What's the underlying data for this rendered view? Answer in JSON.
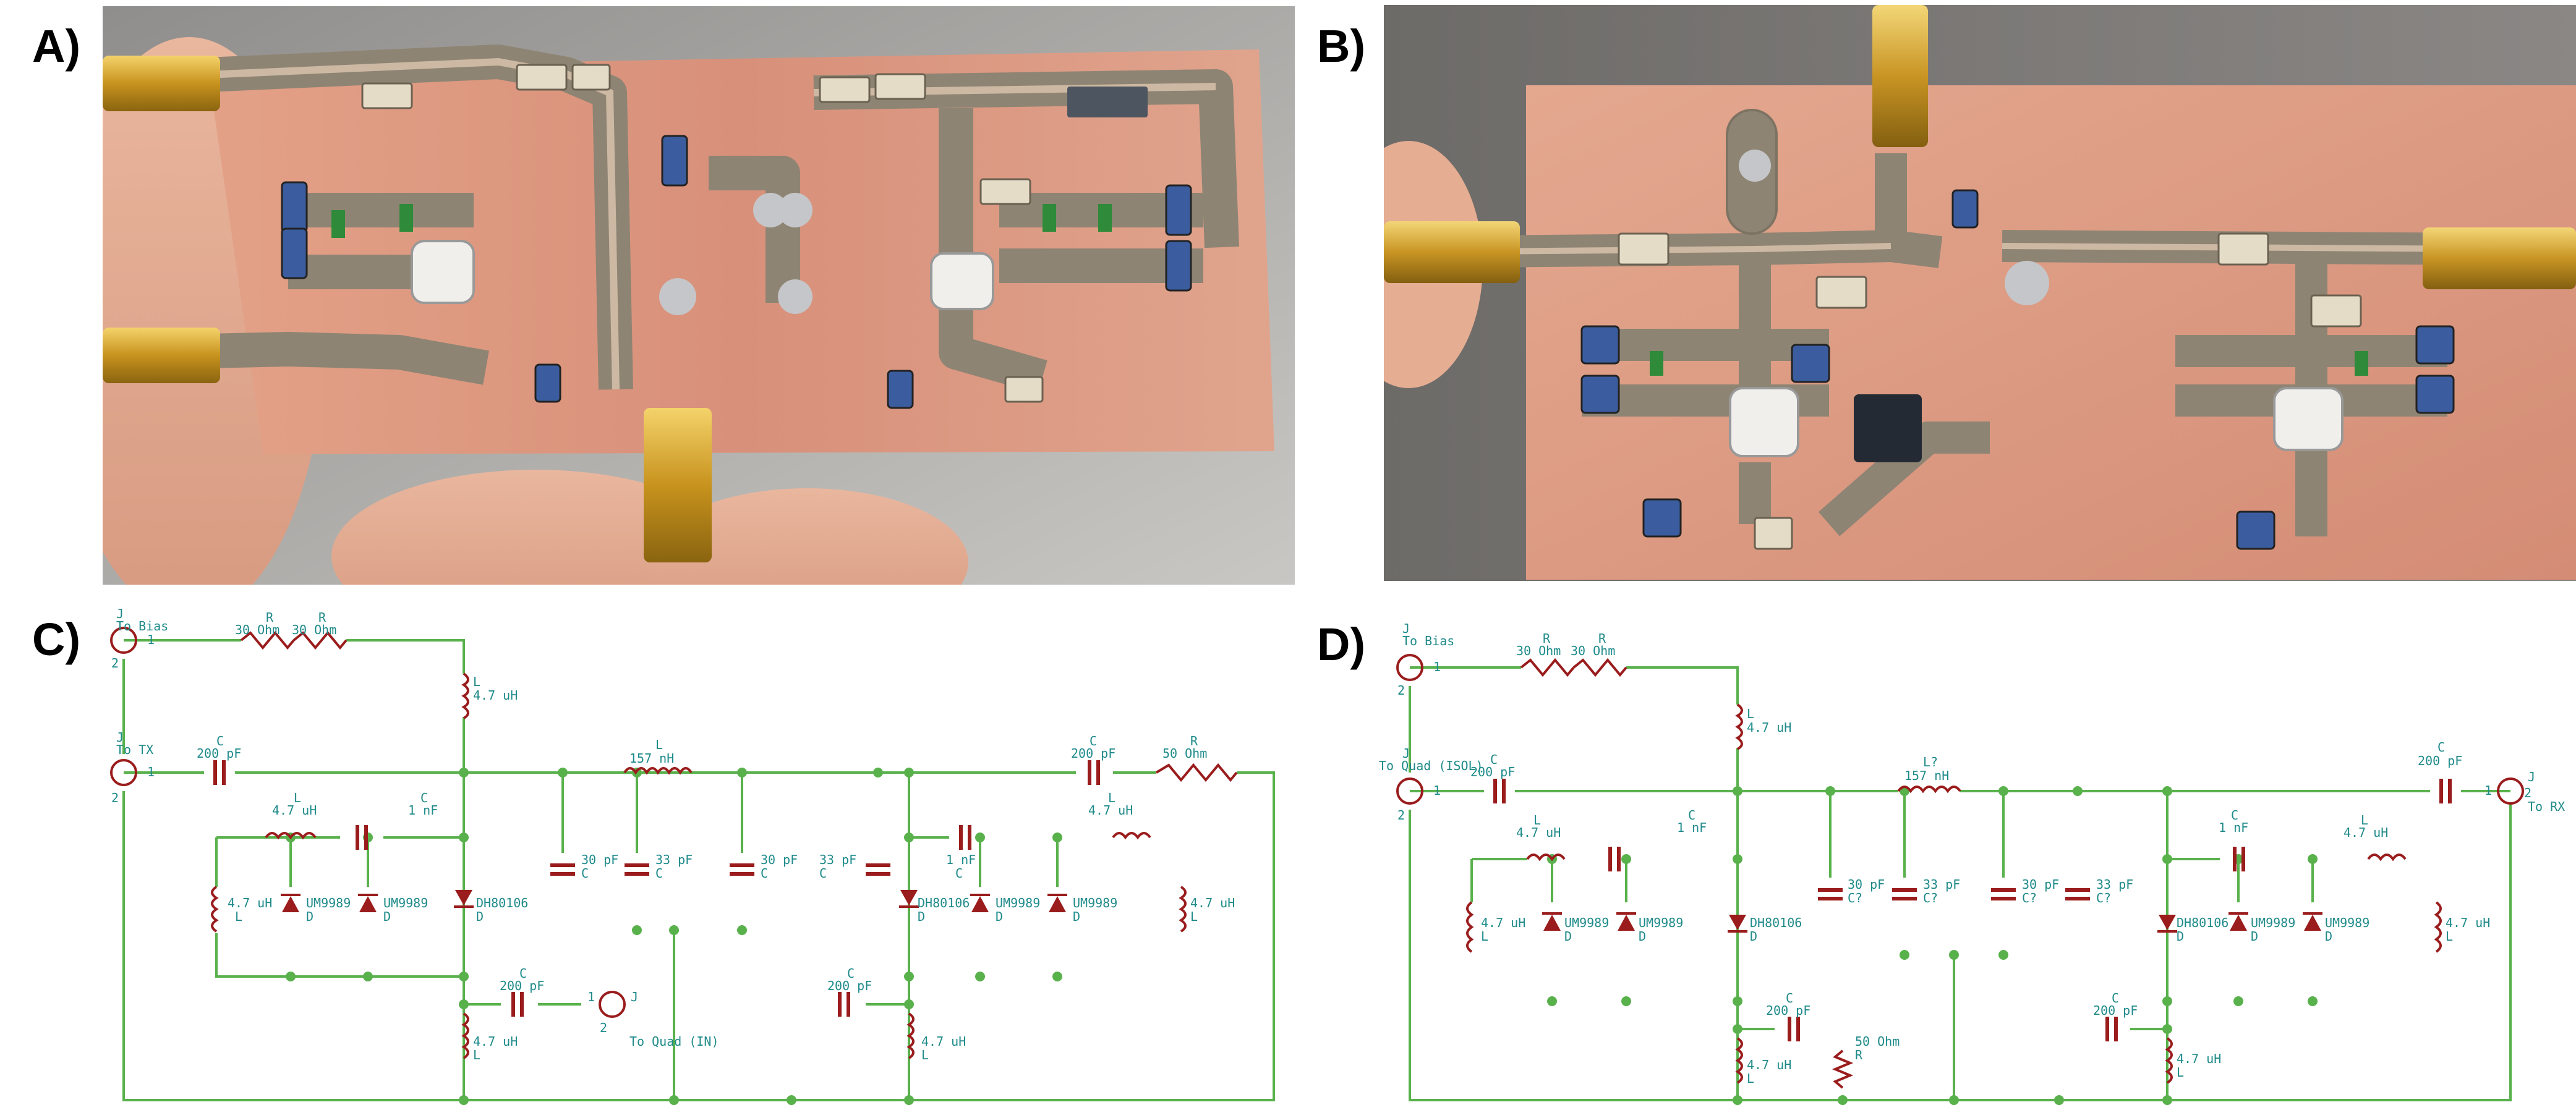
{
  "panels": {
    "a": "A)",
    "b": "B)",
    "c": "C)",
    "d": "D)"
  },
  "colors": {
    "wire": "#59b14c",
    "component": "#9a1c1c",
    "text": "#1f8a8a",
    "copper": "#d9907a",
    "trace": "#8e8473",
    "background_photo": "#b9b7b4"
  },
  "schematic_c": {
    "bias": {
      "ref": "J",
      "label": "To Bias",
      "pin": "1",
      "pin2": "2"
    },
    "tx": {
      "ref": "J",
      "label": "To TX",
      "pin": "1",
      "pin2": "2"
    },
    "quad": {
      "ref": "J",
      "label": "To Quad (IN)",
      "pin": "1",
      "pin2": "2"
    },
    "r1": {
      "ref": "R",
      "value": "30 Ohm"
    },
    "r2": {
      "ref": "R",
      "value": "30 Ohm"
    },
    "l_bias": {
      "ref": "L",
      "value": "4.7 uH"
    },
    "c_tx": {
      "ref": "C",
      "value": "200 pF"
    },
    "l_main": {
      "ref": "L",
      "value": "157 nH"
    },
    "c_out": {
      "ref": "C",
      "value": "200 pF"
    },
    "r_term": {
      "ref": "R",
      "value": "50 Ohm"
    },
    "left_l_top": {
      "ref": "L",
      "value": "4.7 uH"
    },
    "left_c_1nf": {
      "ref": "C",
      "value": "1 nF"
    },
    "left_l_side": {
      "value": "4.7 uH",
      "ref": "L"
    },
    "left_d1": {
      "value": "UM9989",
      "ref": "D"
    },
    "left_d2": {
      "value": "UM9989",
      "ref": "D"
    },
    "left_d3": {
      "value": "DH80106",
      "ref": "D"
    },
    "caps": [
      {
        "value": "30 pF",
        "ref": "C"
      },
      {
        "value": "33 pF",
        "ref": "C"
      },
      {
        "value": "30 pF",
        "ref": "C"
      },
      {
        "value": "33 pF",
        "ref": "C"
      }
    ],
    "right_c_1nf": {
      "value": "1 nF"
    },
    "right_l_top": {
      "ref": "L",
      "value": "4.7 uH"
    },
    "right_d3": {
      "value": "DH80106",
      "ref": "D",
      "c": "C"
    },
    "right_d2": {
      "value": "UM9989",
      "ref": "D"
    },
    "right_d1": {
      "value": "UM9989",
      "ref": "D"
    },
    "right_l_side": {
      "value": "4.7 uH",
      "ref": "L"
    },
    "c_quad": {
      "ref": "C",
      "value": "200 pF"
    },
    "l_quad": {
      "value": "4.7 uH",
      "ref": "L"
    },
    "c_right_low": {
      "ref": "C",
      "value": "200 pF"
    },
    "l_right_low": {
      "value": "4.7 uH",
      "ref": "L"
    }
  },
  "schematic_d": {
    "bias": {
      "ref": "J",
      "label": "To Bias",
      "pin": "1",
      "pin2": "2"
    },
    "quad": {
      "ref": "J",
      "label": "To Quad (ISOL)",
      "pin": "1",
      "pin2": "2"
    },
    "rx": {
      "ref": "J",
      "label": "To RX",
      "pin": "1",
      "pin2": "2"
    },
    "r1": {
      "ref": "R",
      "value": "30 Ohm"
    },
    "r2": {
      "ref": "R",
      "value": "30 Ohm"
    },
    "l_bias": {
      "ref": "L",
      "value": "4.7 uH"
    },
    "c_in": {
      "ref": "C",
      "value": "200 pF"
    },
    "l_main": {
      "ref": "L?",
      "value": "157 nH"
    },
    "c_rx": {
      "ref": "C",
      "value": "200 pF"
    },
    "left_l_top": {
      "ref": "L",
      "value": "4.7 uH"
    },
    "left_c_1nf": {
      "ref": "C",
      "value": "1 nF"
    },
    "left_l_side": {
      "value": "4.7 uH",
      "ref": "L"
    },
    "left_d1": {
      "value": "UM9989",
      "ref": "D"
    },
    "left_d2": {
      "value": "UM9989",
      "ref": "D"
    },
    "left_d3": {
      "value": "DH80106",
      "ref": "D"
    },
    "caps": [
      {
        "value": "30 pF",
        "ref": "C?"
      },
      {
        "value": "33 pF",
        "ref": "C?"
      },
      {
        "value": "30 pF",
        "ref": "C?"
      },
      {
        "value": "33 pF",
        "ref": "C?"
      }
    ],
    "right_c_1nf": {
      "ref": "C",
      "value": "1 nF"
    },
    "right_l_top": {
      "ref": "L",
      "value": "4.7 uH"
    },
    "right_d3": {
      "value": "DH80106",
      "ref": "D"
    },
    "right_d2": {
      "value": "UM9989",
      "ref": "D"
    },
    "right_d1": {
      "value": "UM9989",
      "ref": "D"
    },
    "right_l_side": {
      "value": "4.7 uH",
      "ref": "L"
    },
    "c_term": {
      "ref": "C",
      "value": "200 pF"
    },
    "l_term": {
      "value": "4.7 uH",
      "ref": "L"
    },
    "r_term": {
      "value": "50 Ohm",
      "ref": "R"
    },
    "c_right_low": {
      "ref": "C",
      "value": "200 pF"
    },
    "l_right_low": {
      "value": "4.7 uH",
      "ref": "L"
    }
  }
}
